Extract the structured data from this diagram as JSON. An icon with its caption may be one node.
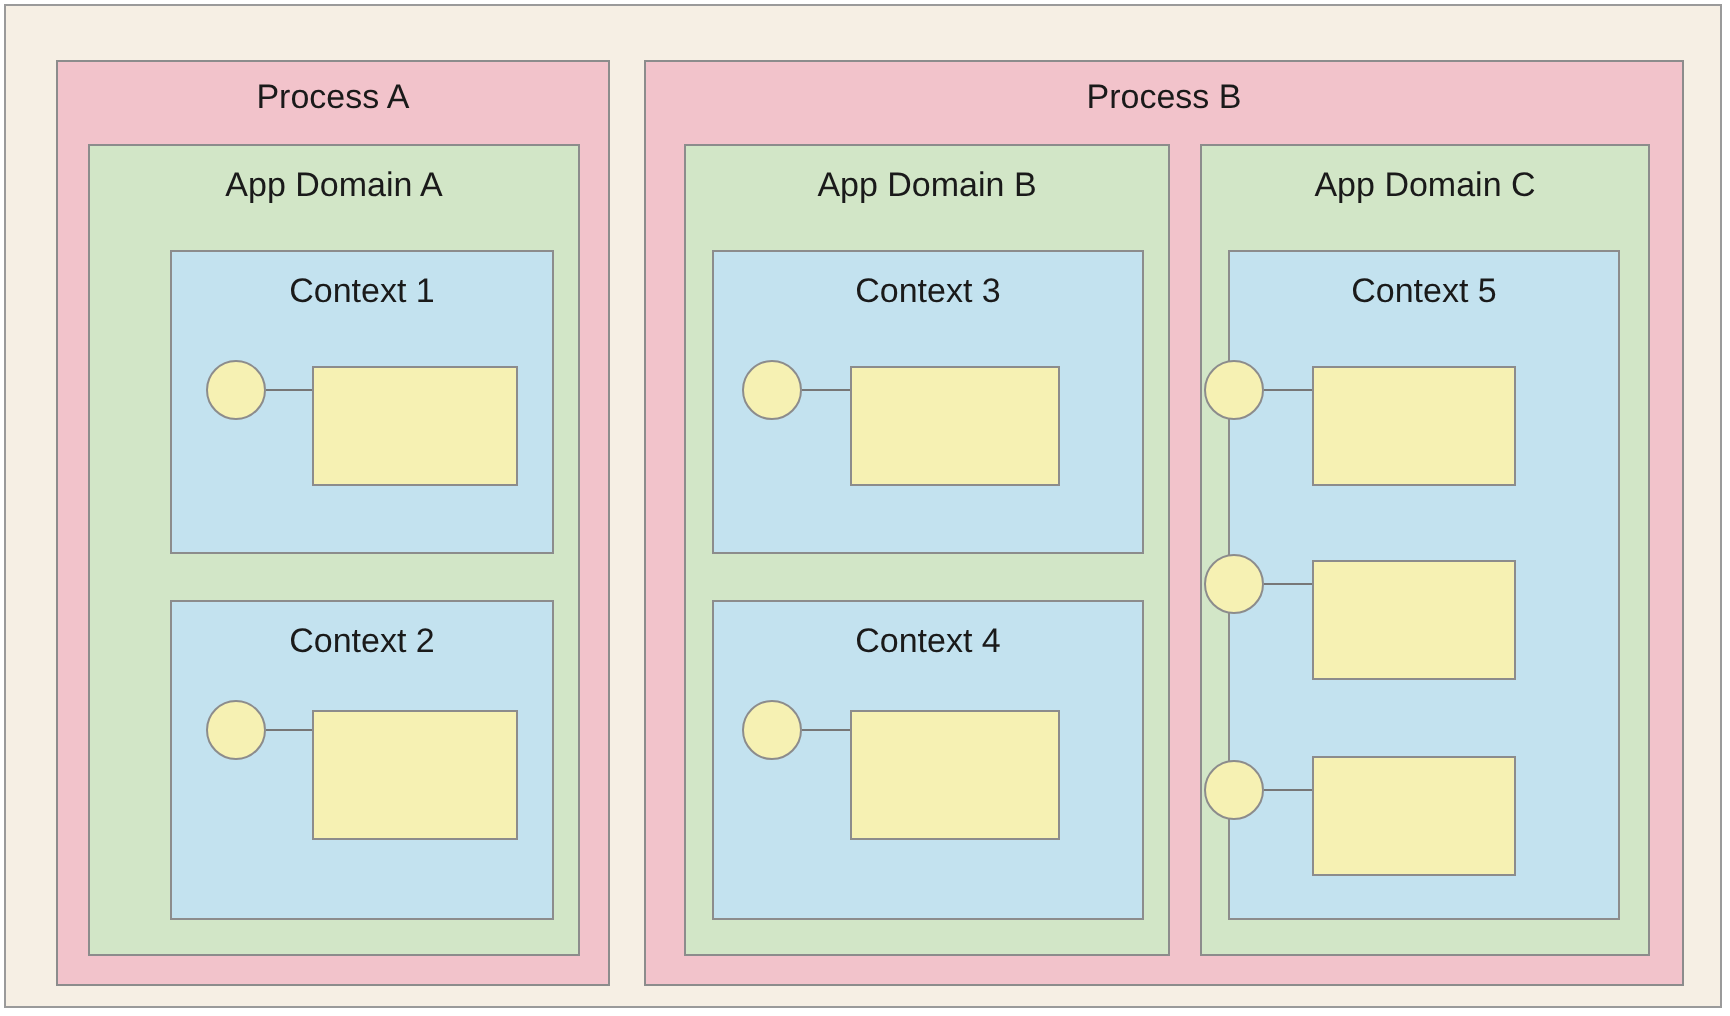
{
  "diagram": {
    "nodes": [
      {
        "text": [
          "Process A"
        ]
      },
      {
        "text": [
          "App Domain A"
        ],
        "in": 0
      },
      {
        "text": [
          "Context 1"
        ],
        "in": 1
      },
      {
        "text": [],
        "shape": "circle",
        "in": 2
      },
      {
        "text": [],
        "shape": "box",
        "in": 2
      },
      {
        "text": [
          "Context 2"
        ],
        "in": 1
      },
      {
        "text": [],
        "shape": "circle",
        "in": 5
      },
      {
        "text": [],
        "shape": "box",
        "in": 5
      },
      {
        "text": [
          "Process B"
        ]
      },
      {
        "text": [
          "App Domain B"
        ],
        "in": 8
      },
      {
        "text": [
          "Context 3"
        ],
        "in": 9
      },
      {
        "text": [],
        "shape": "circle",
        "in": 10
      },
      {
        "text": [],
        "shape": "box",
        "in": 10
      },
      {
        "text": [
          "Context 4"
        ],
        "in": 9
      },
      {
        "text": [],
        "shape": "circle",
        "in": 13
      },
      {
        "text": [],
        "shape": "box",
        "in": 13
      },
      {
        "text": [
          "App Domain C"
        ],
        "in": 8
      },
      {
        "text": [
          "Context 5"
        ],
        "in": 16
      },
      {
        "text": [],
        "shape": "circle",
        "in": 17
      },
      {
        "text": [],
        "shape": "box",
        "in": 17
      },
      {
        "text": [],
        "shape": "circle",
        "in": 17
      },
      {
        "text": [],
        "shape": "box",
        "in": 17
      },
      {
        "text": [],
        "shape": "circle",
        "in": 17
      },
      {
        "text": [],
        "shape": "box",
        "in": 17
      }
    ],
    "edges": [
      {
        "from": 3,
        "to": 4,
        "arrow": "none"
      },
      {
        "from": 6,
        "to": 7,
        "arrow": "none"
      },
      {
        "from": 11,
        "to": 12,
        "arrow": "none"
      },
      {
        "from": 14,
        "to": 15,
        "arrow": "none"
      },
      {
        "from": 18,
        "to": 19,
        "arrow": "none"
      },
      {
        "from": 20,
        "to": 21,
        "arrow": "none"
      },
      {
        "from": 22,
        "to": 23,
        "arrow": "none"
      }
    ]
  }
}
